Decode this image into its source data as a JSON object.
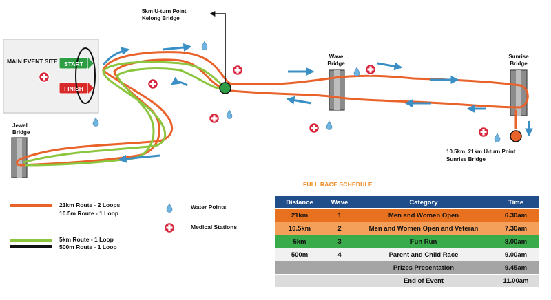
{
  "map_labels": {
    "main_event_site": "MAIN EVENT SITE",
    "start": "START",
    "finish": "FINISH",
    "jewel_bridge": "Jewel Bridge",
    "wave_bridge": "Wave Bridge",
    "sunrise_bridge": "Sunrise Bridge",
    "uturn_5km_line1": "5km U-turn Point",
    "uturn_5km_line2": "Kelong Bridge",
    "uturn_21km_line1": "10.5km, 21km U-turn Point",
    "uturn_21km_line2": "Sunrise Bridge"
  },
  "legend": {
    "route_21km": "21km Route - 2 Loops",
    "route_10km": "10.5m Route - 1 Loop",
    "route_5km": "5km Route - 1 Loop",
    "route_500m": "500m Route - 1 Loop",
    "water_points": "Water Points",
    "medical_stations": "Medical Stations"
  },
  "colors": {
    "route_orange": "#e8622a",
    "route_green": "#8cc63f",
    "route_black": "#111111",
    "arrow_blue": "#3a8fc4",
    "start_green": "#2e9e44",
    "finish_red": "#d92a2a",
    "medical_red": "#d7263d",
    "header_blue": "#1f4e8a"
  },
  "schedule": {
    "title": "FULL RACE SCHEDULE",
    "headers": [
      "Distance",
      "Wave",
      "Category",
      "Time"
    ],
    "rows": [
      [
        "21km",
        "1",
        "Men and Women Open",
        "6.30am"
      ],
      [
        "10.5km",
        "2",
        "Men and Women Open and Veteran",
        "7.30am"
      ],
      [
        "5km",
        "3",
        "Fun Run",
        "8.00am"
      ],
      [
        "500m",
        "4",
        "Parent and Child Race",
        "9.00am"
      ],
      [
        "",
        "",
        "Prizes Presentation",
        "9.45am"
      ],
      [
        "",
        "",
        "End of Event",
        "11.00am"
      ]
    ]
  }
}
